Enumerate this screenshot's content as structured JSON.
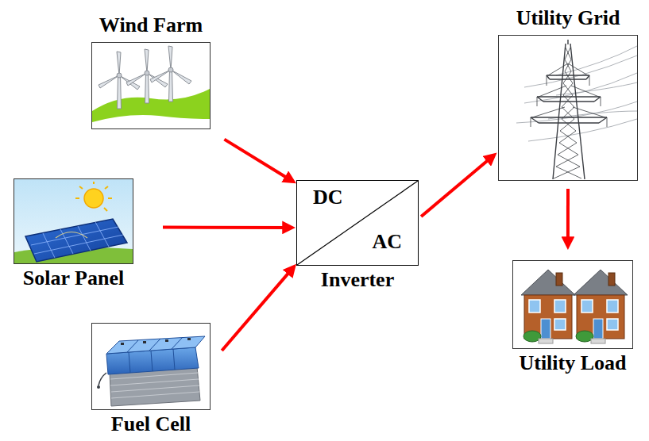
{
  "diagram": {
    "nodes": [
      {
        "text": [
          "Wind Farm"
        ]
      },
      {
        "text": [
          "Solar Panel"
        ]
      },
      {
        "text": [
          "Fuel Cell"
        ]
      },
      {
        "text": [
          "DC",
          "AC",
          "Inverter"
        ]
      },
      {
        "text": [
          "Utility Grid"
        ]
      },
      {
        "text": [
          "Utility Load"
        ]
      }
    ],
    "edges": [
      {
        "from": 0,
        "to": 3,
        "arrow": "to"
      },
      {
        "from": 1,
        "to": 3,
        "arrow": "to"
      },
      {
        "from": 2,
        "to": 3,
        "arrow": "to"
      },
      {
        "from": 3,
        "to": 4,
        "arrow": "to"
      },
      {
        "from": 4,
        "to": 5,
        "arrow": "to"
      }
    ]
  }
}
